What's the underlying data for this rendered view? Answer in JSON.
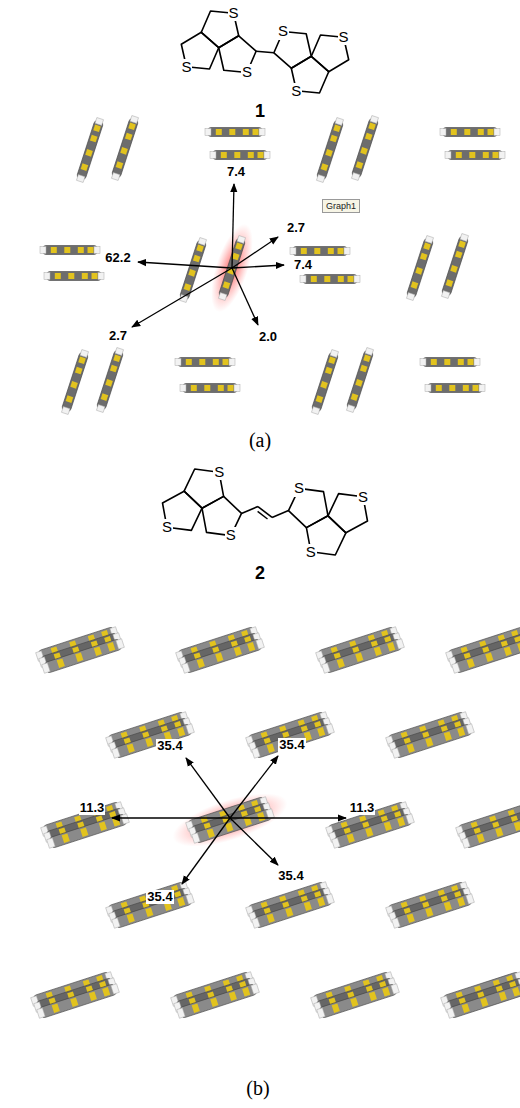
{
  "diagram": {
    "nodes": [
      {
        "text": [
          "Graph1"
        ]
      }
    ],
    "labels": [
      "S",
      "S",
      "S",
      "S",
      "S",
      "S",
      "1",
      "7.4",
      "62.2",
      "2.7",
      "7.4",
      "2.7",
      "2.0",
      "(a)",
      "S",
      "S",
      "S",
      "S",
      "S",
      "S",
      "2",
      "11.3",
      "11.3",
      "35.4",
      "35.4",
      "35.4",
      "35.4",
      "(b)"
    ]
  }
}
